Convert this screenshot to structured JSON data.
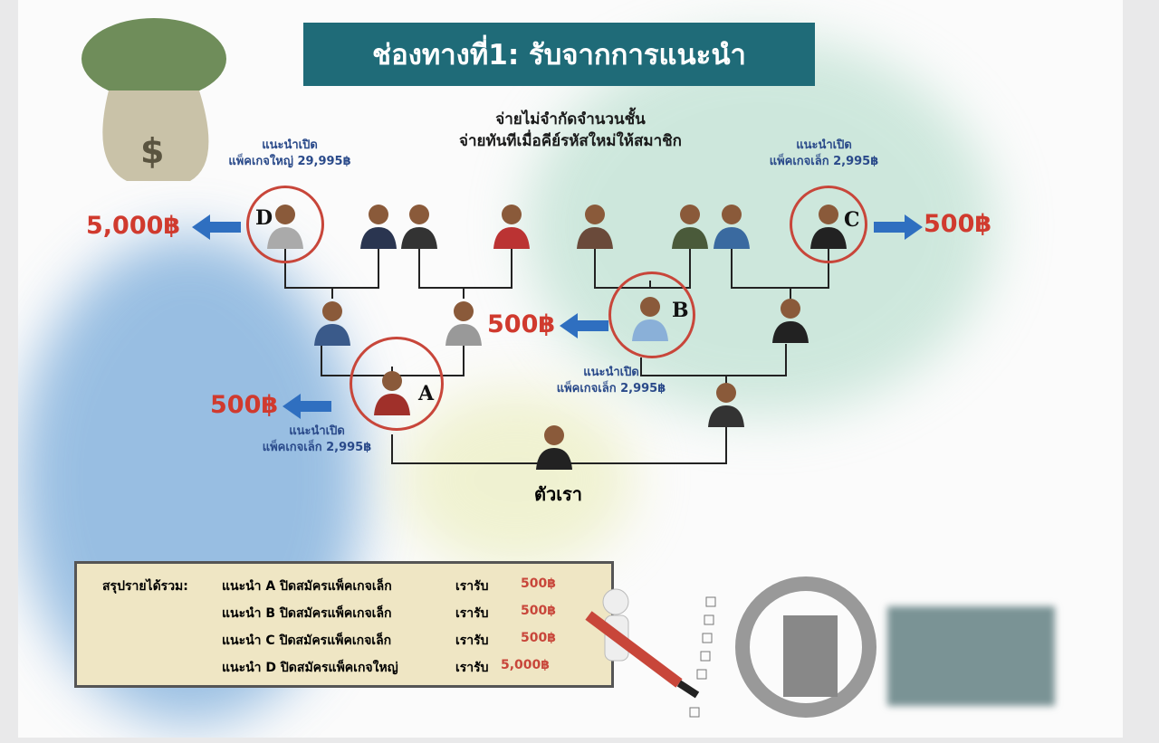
{
  "title": "ช่องทางที่1: รับจากการแนะนำ",
  "subtitle": [
    "จ่ายไม่จำกัดจำนวนชั้น",
    "จ่ายทันทีเมื่อคีย์รหัสใหม่ให้สมาชิก"
  ],
  "nodes": {
    "D": {
      "label": "D",
      "note": [
        "แนะนำเปิด",
        "แพ็คเกจใหญ่ 29,995฿"
      ],
      "reward": "5,000฿"
    },
    "C": {
      "label": "C",
      "note": [
        "แนะนำเปิด",
        "แพ็คเกจเล็ก 2,995฿"
      ],
      "reward": "500฿"
    },
    "B": {
      "label": "B",
      "note": [
        "แนะนำเปิด",
        "แพ็คเกจเล็ก 2,995฿"
      ],
      "reward": "500฿"
    },
    "A": {
      "label": "A",
      "note": [
        "แนะนำเปิด",
        "แพ็คเกจเล็ก 2,995฿"
      ],
      "reward": "500฿"
    },
    "self": {
      "label": "ตัวเรา"
    }
  },
  "summary": {
    "heading": "สรุปรายได้รวม:",
    "rows": [
      {
        "text": "แนะนำ A ปิดสมัครแพ็คเกจเล็ก",
        "receive": "เรารับ",
        "amount": "500฿"
      },
      {
        "text": "แนะนำ B ปิดสมัครแพ็คเกจเล็ก",
        "receive": "เรารับ",
        "amount": "500฿"
      },
      {
        "text": "แนะนำ C ปิดสมัครแพ็คเกจเล็ก",
        "receive": "เรารับ",
        "amount": "500฿"
      },
      {
        "text": "แนะนำ D ปิดสมัครแพ็คเกจใหญ่",
        "receive": "เรารับ",
        "amount": "5,000฿"
      }
    ]
  },
  "colors": {
    "title_bg": "#1f6b78",
    "reward": "#d03a2e",
    "note": "#2a4a8a",
    "arrow": "#2f6fc0"
  }
}
